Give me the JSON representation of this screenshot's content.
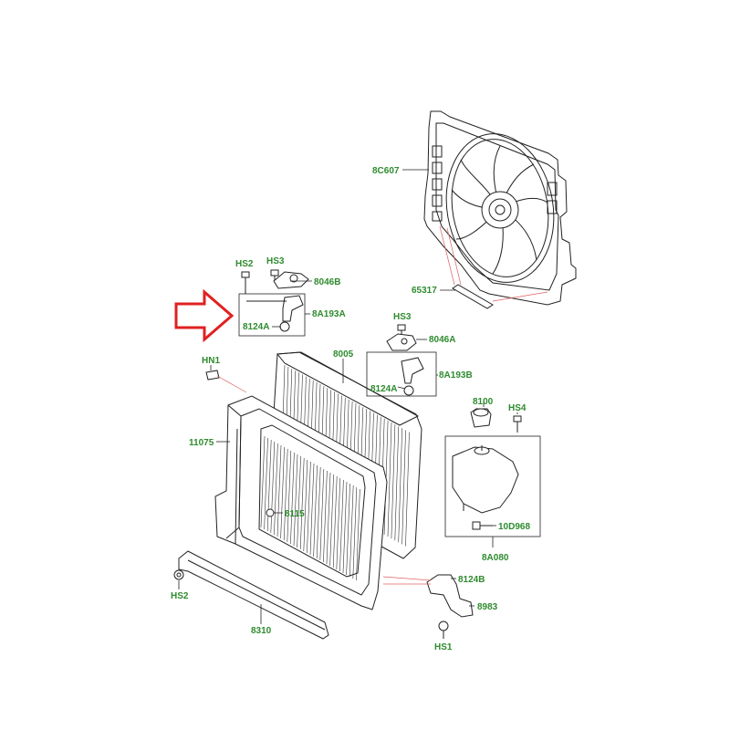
{
  "diagram": {
    "labels": {
      "fan_shroud": "8C607",
      "shroud_seal": "65317",
      "screw_top_left": "HS2",
      "screw_top_left_b": "HS3",
      "mount_top_left": "8046B",
      "bracket_left": "8A193A",
      "insulator_left": "8124A",
      "radiator": "8005",
      "screw_right_top": "HS3",
      "mount_right": "8046A",
      "bracket_right": "8A193B",
      "insulator_right": "8124A",
      "clip_hn1": "HN1",
      "condenser": "11075",
      "bolt_8115": "8115",
      "cap": "8100",
      "screw_hs4": "HS4",
      "bolt_10d968": "10D968",
      "reservoir": "8A080",
      "insulator_lower": "8124B",
      "bracket_lower": "8983",
      "screw_hs2_bottom": "HS2",
      "deflector": "8310",
      "screw_hs1_bottom": "HS1"
    },
    "colors": {
      "label_green": "#2e8b2e",
      "highlight_arrow": "#e02020",
      "line_art": "#222222",
      "red_leader": "#e06060"
    }
  }
}
